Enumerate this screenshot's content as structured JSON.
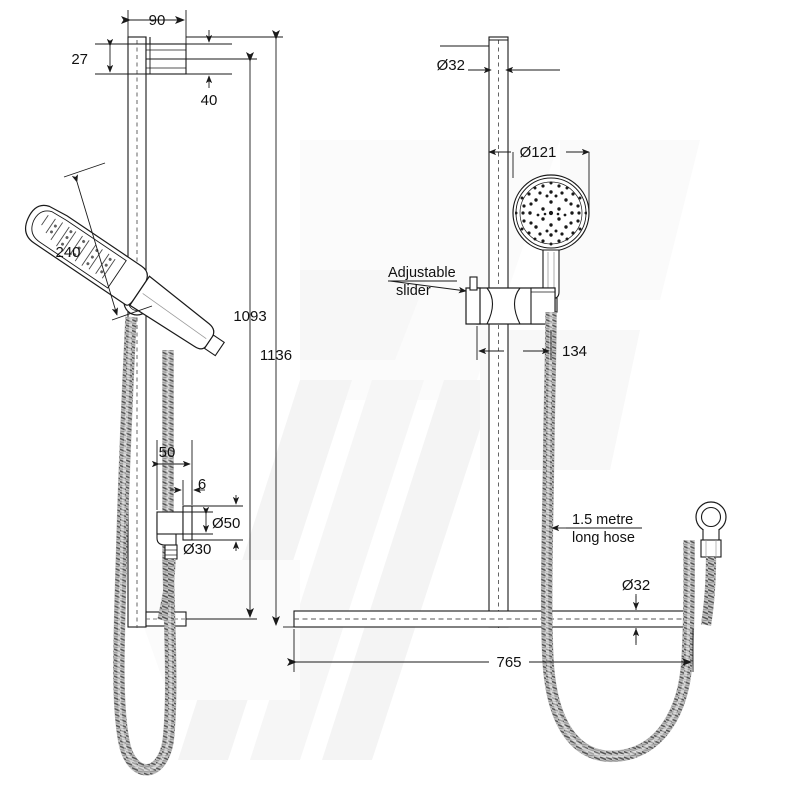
{
  "drawing": {
    "title": "Shower rail set technical dimension drawing",
    "units": "mm",
    "line_color": "#1a1a1a",
    "watermark_color": "#f2f2f2",
    "background": "#ffffff"
  },
  "dimensions": {
    "top_bracket_width": "90",
    "top_bracket_height": "27",
    "top_bracket_offset": "40",
    "handheld_length": "240",
    "rail_total_upper": "1093",
    "rail_total_lower": "1136",
    "elbow_offset": "50",
    "elbow_flange_thickness": "6",
    "elbow_flange_dia": "Ø50",
    "elbow_outlet_dia": "Ø30",
    "rail_dia_top": "Ø32",
    "shower_head_dia": "Ø121",
    "slider_width": "134",
    "rail_dia_bottom": "Ø32",
    "bottom_width": "765"
  },
  "annotations": {
    "adjustable_slider": {
      "line1": "Adjustable",
      "line2": "slider"
    },
    "long_hose": {
      "line1": "1.5 metre",
      "line2": "long hose"
    }
  }
}
